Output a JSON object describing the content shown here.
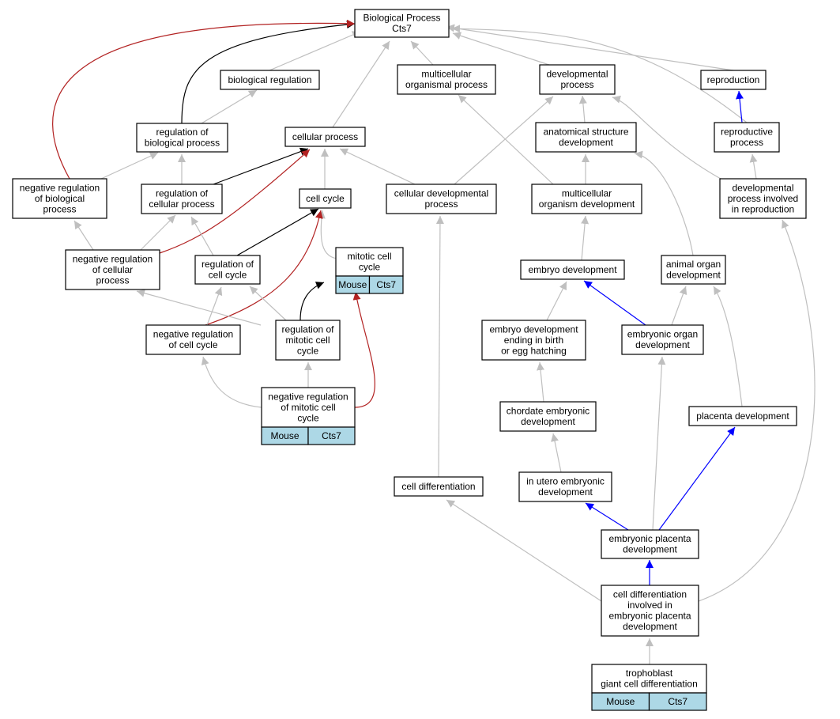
{
  "colors": {
    "is_a": "#bfbfbf",
    "regulates": "#000000",
    "negatively_regulates": "#b22222",
    "part_of": "#0000ff",
    "annotation_cell": "#add8e6"
  },
  "nodes": [
    {
      "id": "bp",
      "lines": [
        "Biological Process",
        "Cts7"
      ]
    },
    {
      "id": "biological_regulation",
      "lines": [
        "biological regulation"
      ]
    },
    {
      "id": "multicellular_organismal_process",
      "lines": [
        "multicellular",
        "organismal process"
      ]
    },
    {
      "id": "developmental_process",
      "lines": [
        "developmental",
        "process"
      ]
    },
    {
      "id": "reproduction",
      "lines": [
        "reproduction"
      ]
    },
    {
      "id": "regulation_of_biological_process",
      "lines": [
        "regulation of",
        "biological process"
      ]
    },
    {
      "id": "cellular_process",
      "lines": [
        "cellular process"
      ]
    },
    {
      "id": "anatomical_structure_development",
      "lines": [
        "anatomical structure",
        "development"
      ]
    },
    {
      "id": "reproductive_process",
      "lines": [
        "reproductive",
        "process"
      ]
    },
    {
      "id": "negative_regulation_of_biological_process",
      "lines": [
        "negative regulation",
        "of biological",
        "process"
      ]
    },
    {
      "id": "regulation_of_cellular_process",
      "lines": [
        "regulation of",
        "cellular process"
      ]
    },
    {
      "id": "cell_cycle",
      "lines": [
        "cell cycle"
      ]
    },
    {
      "id": "cellular_developmental_process",
      "lines": [
        "cellular developmental",
        "process"
      ]
    },
    {
      "id": "multicellular_organism_development",
      "lines": [
        "multicellular",
        "organism development"
      ]
    },
    {
      "id": "developmental_process_involved_in_reproduction",
      "lines": [
        "developmental",
        "process involved",
        "in reproduction"
      ]
    },
    {
      "id": "negative_regulation_of_cellular_process",
      "lines": [
        "negative regulation",
        "of cellular",
        "process"
      ]
    },
    {
      "id": "regulation_of_cell_cycle",
      "lines": [
        "regulation of",
        "cell cycle"
      ]
    },
    {
      "id": "mitotic_cell_cycle",
      "lines": [
        "mitotic cell",
        "cycle"
      ],
      "annotation": [
        "Mouse",
        "Cts7"
      ]
    },
    {
      "id": "embryo_development",
      "lines": [
        "embryo development"
      ]
    },
    {
      "id": "animal_organ_development",
      "lines": [
        "animal organ",
        "development"
      ]
    },
    {
      "id": "negative_regulation_of_cell_cycle",
      "lines": [
        "negative regulation",
        "of cell cycle"
      ]
    },
    {
      "id": "regulation_of_mitotic_cell_cycle",
      "lines": [
        "regulation of",
        "mitotic cell",
        "cycle"
      ]
    },
    {
      "id": "embryo_development_ending_in_birth",
      "lines": [
        "embryo development",
        "ending in birth",
        "or egg hatching"
      ]
    },
    {
      "id": "embryonic_organ_development",
      "lines": [
        "embryonic organ",
        "development"
      ]
    },
    {
      "id": "negative_regulation_of_mitotic_cell_cycle",
      "lines": [
        "negative regulation",
        "of mitotic cell",
        "cycle"
      ],
      "annotation": [
        "Mouse",
        "Cts7"
      ]
    },
    {
      "id": "chordate_embryonic_development",
      "lines": [
        "chordate embryonic",
        "development"
      ]
    },
    {
      "id": "placenta_development",
      "lines": [
        "placenta development"
      ]
    },
    {
      "id": "cell_differentiation",
      "lines": [
        "cell differentiation"
      ]
    },
    {
      "id": "in_utero_embryonic_development",
      "lines": [
        "in utero embryonic",
        "development"
      ]
    },
    {
      "id": "embryonic_placenta_development",
      "lines": [
        "embryonic placenta",
        "development"
      ]
    },
    {
      "id": "cell_differentiation_involved_in_embryonic_placenta_development",
      "lines": [
        "cell differentiation",
        "involved in",
        "embryonic placenta",
        "development"
      ]
    },
    {
      "id": "trophoblast_giant_cell_differentiation",
      "lines": [
        "trophoblast",
        "giant cell differentiation"
      ],
      "annotation": [
        "Mouse",
        "Cts7"
      ]
    }
  ],
  "edges": [
    {
      "from": "biological_regulation",
      "to": "bp",
      "relation": "is_a"
    },
    {
      "from": "multicellular_organismal_process",
      "to": "bp",
      "relation": "is_a"
    },
    {
      "from": "developmental_process",
      "to": "bp",
      "relation": "is_a"
    },
    {
      "from": "reproduction",
      "to": "bp",
      "relation": "is_a"
    },
    {
      "from": "reproductive_process",
      "to": "bp",
      "relation": "is_a"
    },
    {
      "from": "cellular_process",
      "to": "bp",
      "relation": "is_a"
    },
    {
      "from": "regulation_of_biological_process",
      "to": "bp",
      "relation": "regulates"
    },
    {
      "from": "negative_regulation_of_biological_process",
      "to": "bp",
      "relation": "negatively_regulates"
    },
    {
      "from": "regulation_of_biological_process",
      "to": "biological_regulation",
      "relation": "is_a"
    },
    {
      "from": "negative_regulation_of_biological_process",
      "to": "regulation_of_biological_process",
      "relation": "is_a"
    },
    {
      "from": "regulation_of_cellular_process",
      "to": "regulation_of_biological_process",
      "relation": "is_a"
    },
    {
      "from": "regulation_of_cellular_process",
      "to": "cellular_process",
      "relation": "regulates"
    },
    {
      "from": "negative_regulation_of_cellular_process",
      "to": "cellular_process",
      "relation": "negatively_regulates"
    },
    {
      "from": "cell_cycle",
      "to": "cellular_process",
      "relation": "is_a"
    },
    {
      "from": "cellular_developmental_process",
      "to": "cellular_process",
      "relation": "is_a"
    },
    {
      "from": "cellular_developmental_process",
      "to": "developmental_process",
      "relation": "is_a"
    },
    {
      "from": "anatomical_structure_development",
      "to": "developmental_process",
      "relation": "is_a"
    },
    {
      "from": "developmental_process_involved_in_reproduction",
      "to": "developmental_process",
      "relation": "is_a"
    },
    {
      "from": "multicellular_organism_development",
      "to": "multicellular_organismal_process",
      "relation": "is_a"
    },
    {
      "from": "multicellular_organism_development",
      "to": "anatomical_structure_development",
      "relation": "is_a"
    },
    {
      "from": "reproductive_process",
      "to": "reproduction",
      "relation": "part_of"
    },
    {
      "from": "developmental_process_involved_in_reproduction",
      "to": "reproductive_process",
      "relation": "is_a"
    },
    {
      "from": "negative_regulation_of_cellular_process",
      "to": "negative_regulation_of_biological_process",
      "relation": "is_a"
    },
    {
      "from": "negative_regulation_of_cellular_process",
      "to": "regulation_of_cellular_process",
      "relation": "is_a"
    },
    {
      "from": "regulation_of_cell_cycle",
      "to": "regulation_of_cellular_process",
      "relation": "is_a"
    },
    {
      "from": "regulation_of_cell_cycle",
      "to": "cell_cycle",
      "relation": "regulates"
    },
    {
      "from": "mitotic_cell_cycle",
      "to": "cell_cycle",
      "relation": "is_a"
    },
    {
      "from": "negative_regulation_of_cell_cycle",
      "to": "cell_cycle",
      "relation": "negatively_regulates"
    },
    {
      "from": "negative_regulation_of_cell_cycle",
      "to": "negative_regulation_of_cellular_process",
      "relation": "is_a"
    },
    {
      "from": "negative_regulation_of_cell_cycle",
      "to": "regulation_of_cell_cycle",
      "relation": "is_a"
    },
    {
      "from": "regulation_of_mitotic_cell_cycle",
      "to": "regulation_of_cell_cycle",
      "relation": "is_a"
    },
    {
      "from": "regulation_of_mitotic_cell_cycle",
      "to": "mitotic_cell_cycle",
      "relation": "regulates"
    },
    {
      "from": "negative_regulation_of_mitotic_cell_cycle",
      "to": "negative_regulation_of_cell_cycle",
      "relation": "is_a"
    },
    {
      "from": "negative_regulation_of_mitotic_cell_cycle",
      "to": "regulation_of_mitotic_cell_cycle",
      "relation": "is_a"
    },
    {
      "from": "negative_regulation_of_mitotic_cell_cycle",
      "to": "mitotic_cell_cycle",
      "relation": "negatively_regulates"
    },
    {
      "from": "embryo_development",
      "to": "multicellular_organism_development",
      "relation": "is_a"
    },
    {
      "from": "animal_organ_development",
      "to": "anatomical_structure_development",
      "relation": "is_a"
    },
    {
      "from": "embryo_development_ending_in_birth",
      "to": "embryo_development",
      "relation": "is_a"
    },
    {
      "from": "embryonic_organ_development",
      "to": "embryo_development",
      "relation": "part_of"
    },
    {
      "from": "embryonic_organ_development",
      "to": "animal_organ_development",
      "relation": "is_a"
    },
    {
      "from": "chordate_embryonic_development",
      "to": "embryo_development_ending_in_birth",
      "relation": "is_a"
    },
    {
      "from": "placenta_development",
      "to": "animal_organ_development",
      "relation": "is_a"
    },
    {
      "from": "in_utero_embryonic_development",
      "to": "chordate_embryonic_development",
      "relation": "is_a"
    },
    {
      "from": "cell_differentiation",
      "to": "cellular_developmental_process",
      "relation": "is_a"
    },
    {
      "from": "embryonic_placenta_development",
      "to": "in_utero_embryonic_development",
      "relation": "part_of"
    },
    {
      "from": "embryonic_placenta_development",
      "to": "embryonic_organ_development",
      "relation": "is_a"
    },
    {
      "from": "embryonic_placenta_development",
      "to": "placenta_development",
      "relation": "part_of"
    },
    {
      "from": "cell_differentiation_involved_in_embryonic_placenta_development",
      "to": "embryonic_placenta_development",
      "relation": "part_of"
    },
    {
      "from": "cell_differentiation_involved_in_embryonic_placenta_development",
      "to": "cell_differentiation",
      "relation": "is_a"
    },
    {
      "from": "cell_differentiation_involved_in_embryonic_placenta_development",
      "to": "developmental_process_involved_in_reproduction",
      "relation": "is_a"
    },
    {
      "from": "trophoblast_giant_cell_differentiation",
      "to": "cell_differentiation_involved_in_embryonic_placenta_development",
      "relation": "is_a"
    }
  ]
}
